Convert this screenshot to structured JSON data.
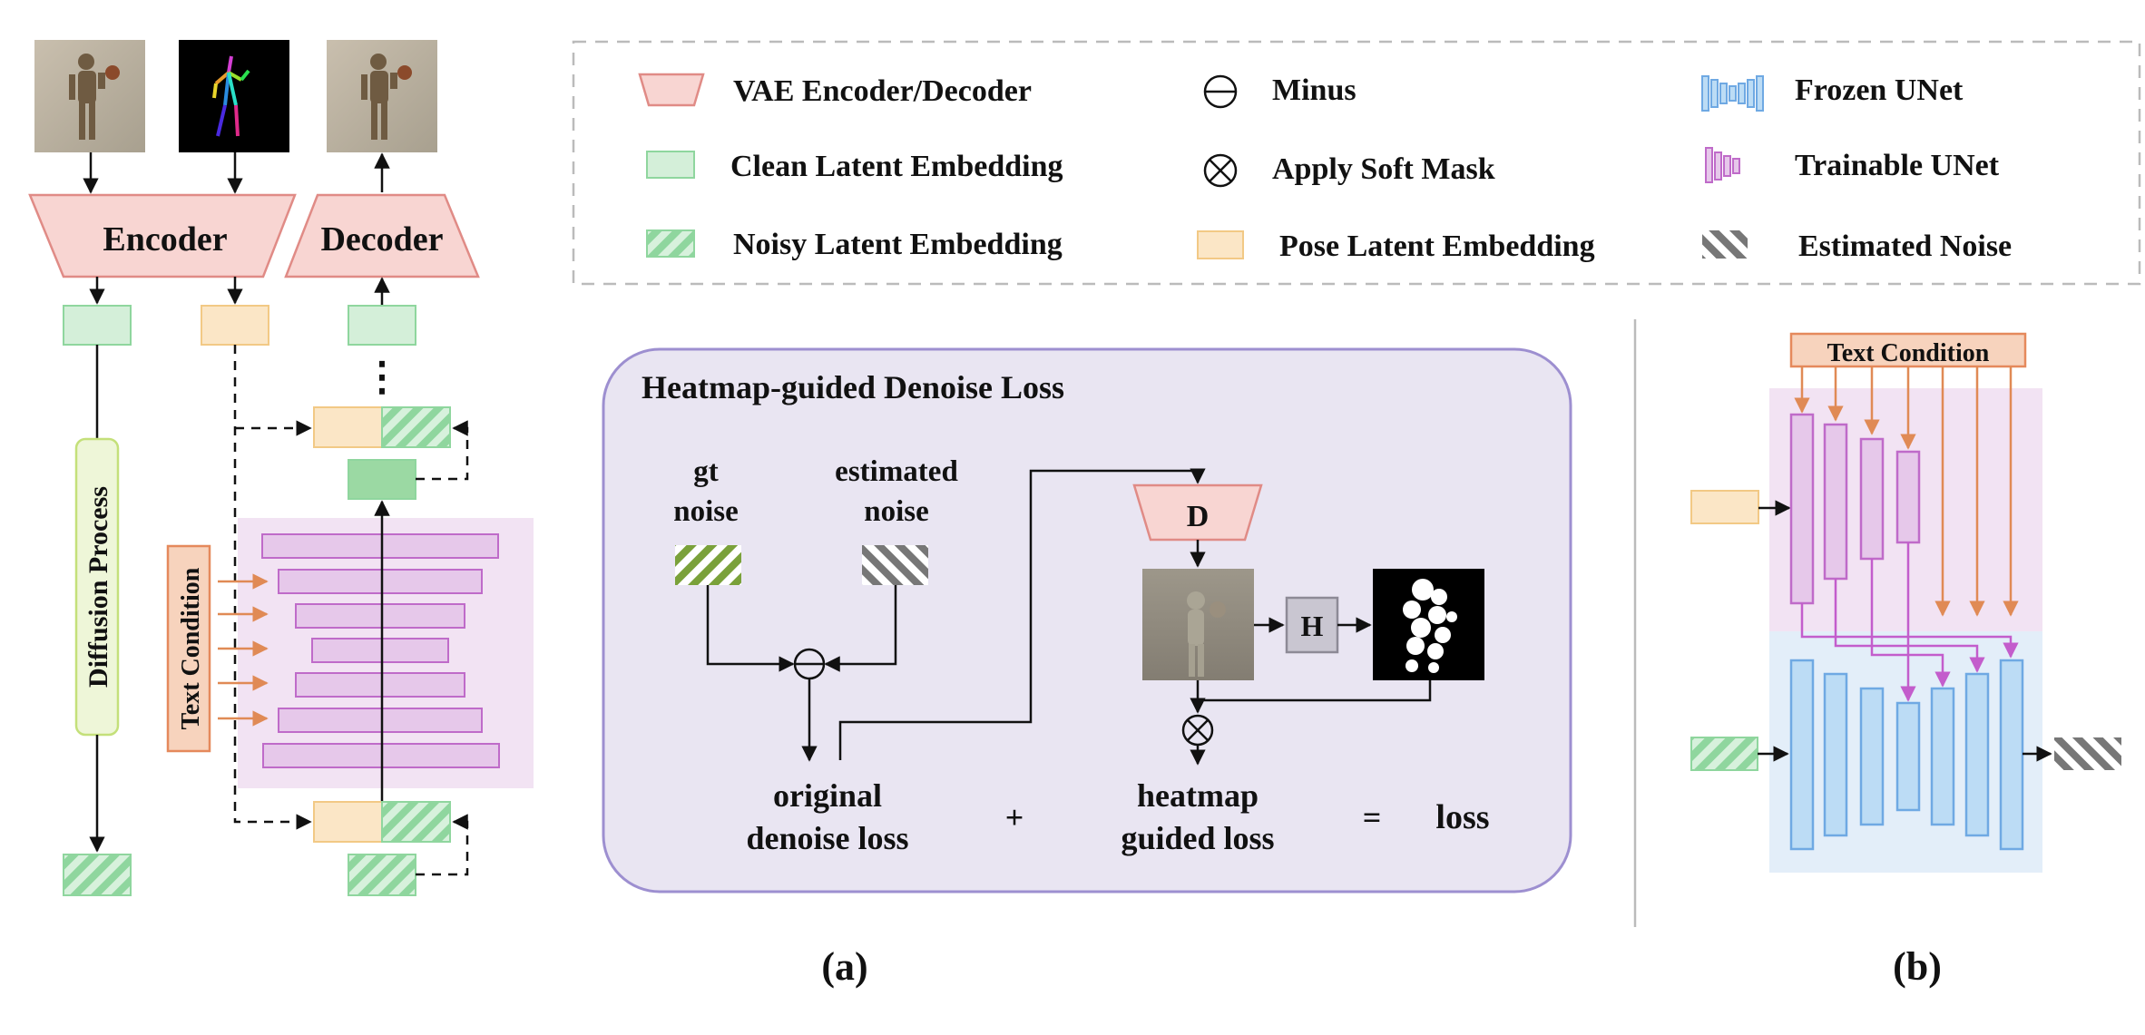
{
  "legend": {
    "vae": "VAE Encoder/Decoder",
    "clean": "Clean Latent Embedding",
    "noisy": "Noisy Latent Embedding",
    "minus": "Minus",
    "soft_mask": "Apply Soft Mask",
    "pose": "Pose Latent Embedding",
    "frozen": "Frozen UNet",
    "trainable": "Trainable UNet",
    "est_noise": "Estimated Noise"
  },
  "left": {
    "encoder": "Encoder",
    "decoder": "Decoder",
    "diffusion": "Diffusion Process",
    "text_condition": "Text Condition",
    "dots": "⋮"
  },
  "heatmap": {
    "title": "Heatmap-guided Denoise Loss",
    "gt_line1": "gt",
    "gt_line2": "noise",
    "est_line1": "estimated",
    "est_line2": "noise",
    "decoder_label": "D",
    "heatmap_label": "H",
    "orig_line1": "original",
    "orig_line2": "denoise loss",
    "plus": "+",
    "hg_line1": "heatmap",
    "hg_line2": "guided loss",
    "equals": "=",
    "loss": "loss"
  },
  "right": {
    "text_condition": "Text Condition"
  },
  "captions": {
    "a": "(a)",
    "b": "(b)"
  },
  "colors": {
    "vae_fill": "#f8d5d2",
    "vae_stroke": "#e08b86",
    "clean_fill": "#d4efd9",
    "clean_stroke": "#8fd69e",
    "noisy_fill": "#9bd9a3",
    "pose_fill": "#fbe6c6",
    "pose_stroke": "#f2c985",
    "frozen_fill": "#bcdcf5",
    "frozen_stroke": "#6fa9e3",
    "trainable_fill": "#e6c8ea",
    "trainable_stroke": "#bf6bc9",
    "estimated_noise": "#777777",
    "text_condition_fill": "#f7d3bd",
    "text_condition_stroke": "#e5895c",
    "heatmap_panel": "#e9e5f2",
    "heatmap_panel_stroke": "#9d8fd0"
  }
}
